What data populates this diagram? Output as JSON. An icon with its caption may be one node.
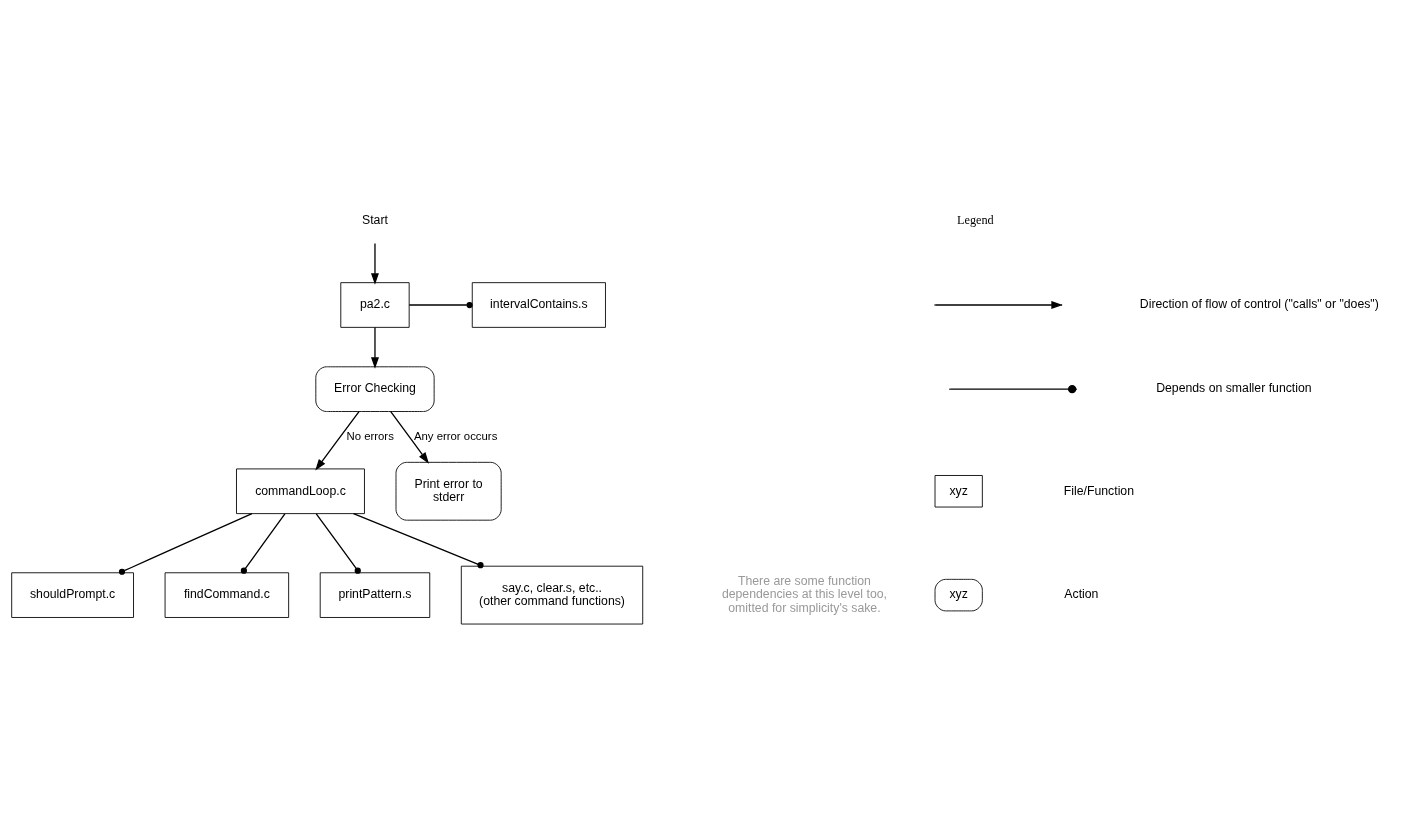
{
  "diagram": {
    "nodes": [
      {
        "text": [
          "Start"
        ]
      },
      {
        "text": [
          "pa2.c"
        ]
      },
      {
        "text": [
          "intervalContains.s"
        ]
      },
      {
        "text": [
          "Error Checking"
        ]
      },
      {
        "text": [
          "commandLoop.c"
        ]
      },
      {
        "text": [
          "Print error to stderr"
        ]
      },
      {
        "text": [
          "shouldPrompt.c"
        ]
      },
      {
        "text": [
          "findCommand.c"
        ]
      },
      {
        "text": [
          "printPattern.s"
        ]
      },
      {
        "text": [
          "say.c, clear.s, etc.. (other command functions)"
        ]
      }
    ],
    "edges": [
      {
        "from": 0,
        "to": 1,
        "arrow": "to"
      },
      {
        "from": 1,
        "to": 2,
        "arrow": "other"
      },
      {
        "from": 1,
        "to": 3,
        "arrow": "to"
      },
      {
        "from": 3,
        "to": 4,
        "arrow": "to",
        "label": "No errors"
      },
      {
        "from": 3,
        "to": 5,
        "arrow": "to",
        "label": "Any error occurs"
      },
      {
        "from": 4,
        "to": 6,
        "arrow": "other"
      },
      {
        "from": 4,
        "to": 7,
        "arrow": "other"
      },
      {
        "from": 4,
        "to": 8,
        "arrow": "other"
      },
      {
        "from": 4,
        "to": 9,
        "arrow": "other"
      }
    ],
    "labels": [
      "Legend",
      "xyz",
      "xyz",
      "There are some function dependencies at this level too, omitted for simplicity's sake."
    ],
    "legend": [
      {
        "text": "Direction of flow of control (\"calls\" or \"does\")"
      },
      {
        "text": "Depends on smaller function"
      },
      {
        "text": "File/Function"
      },
      {
        "text": "Action"
      }
    ]
  }
}
